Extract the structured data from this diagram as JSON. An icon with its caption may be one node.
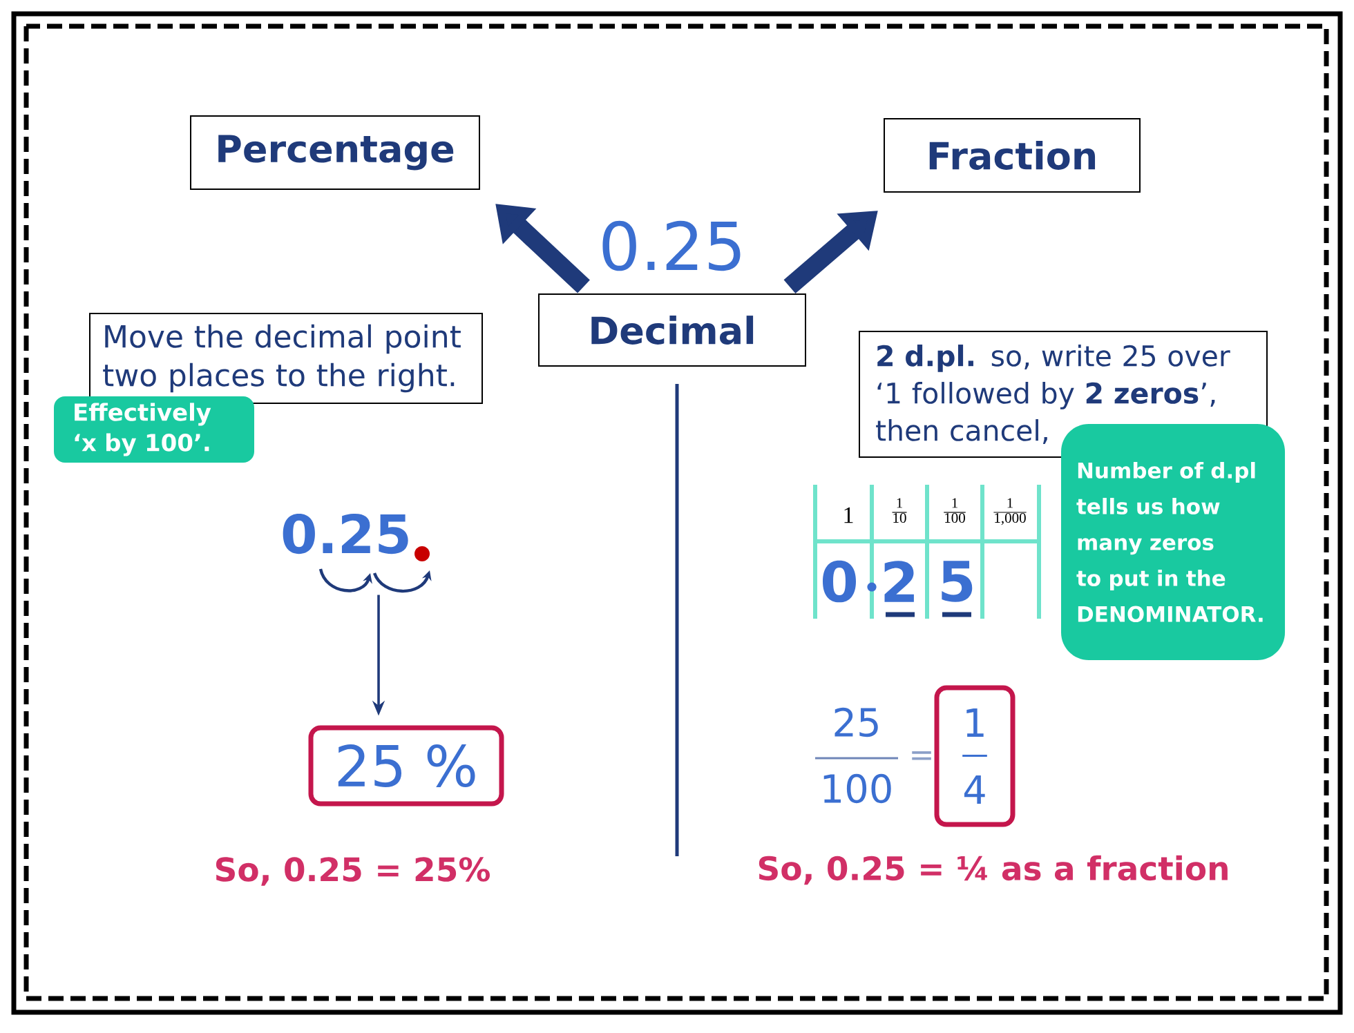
{
  "diagram": {
    "nodes": [
      {
        "text": [
          "Percentage"
        ]
      },
      {
        "text": [
          "Fraction"
        ]
      },
      {
        "text": [
          "Decimal"
        ],
        "beside": [
          "0.25"
        ]
      },
      {
        "text": [
          "Move the decimal point two places to the right."
        ]
      },
      {
        "text": [
          "Effectively ‘x by 100’."
        ]
      },
      {
        "text": [
          "0.25"
        ]
      },
      {
        "text": [
          "25 %"
        ]
      },
      {
        "text": [
          "**2 d.pl.** so, write 25 over ‘1 followed by **2 zeros**’, then cancel,"
        ]
      },
      {
        "text": [
          "Number of d.pl tells us how many zeros to put in the DENOMINATOR."
        ]
      },
      {
        "text": [
          "1",
          "4"
        ]
      }
    ],
    "edges": [
      {
        "from": 2,
        "to": 0,
        "arrow": "to"
      },
      {
        "from": 2,
        "to": 1,
        "arrow": "to"
      },
      {
        "from": 5,
        "to": 6,
        "arrow": "to"
      }
    ],
    "labels": [
      "1",
      "1",
      "10",
      "1",
      "100",
      "1",
      "1,000",
      "0",
      "2",
      "5",
      "25",
      "100",
      "=",
      "So, 0.25 = 25%",
      "So, 0.25 = ¼ as a fraction"
    ]
  }
}
